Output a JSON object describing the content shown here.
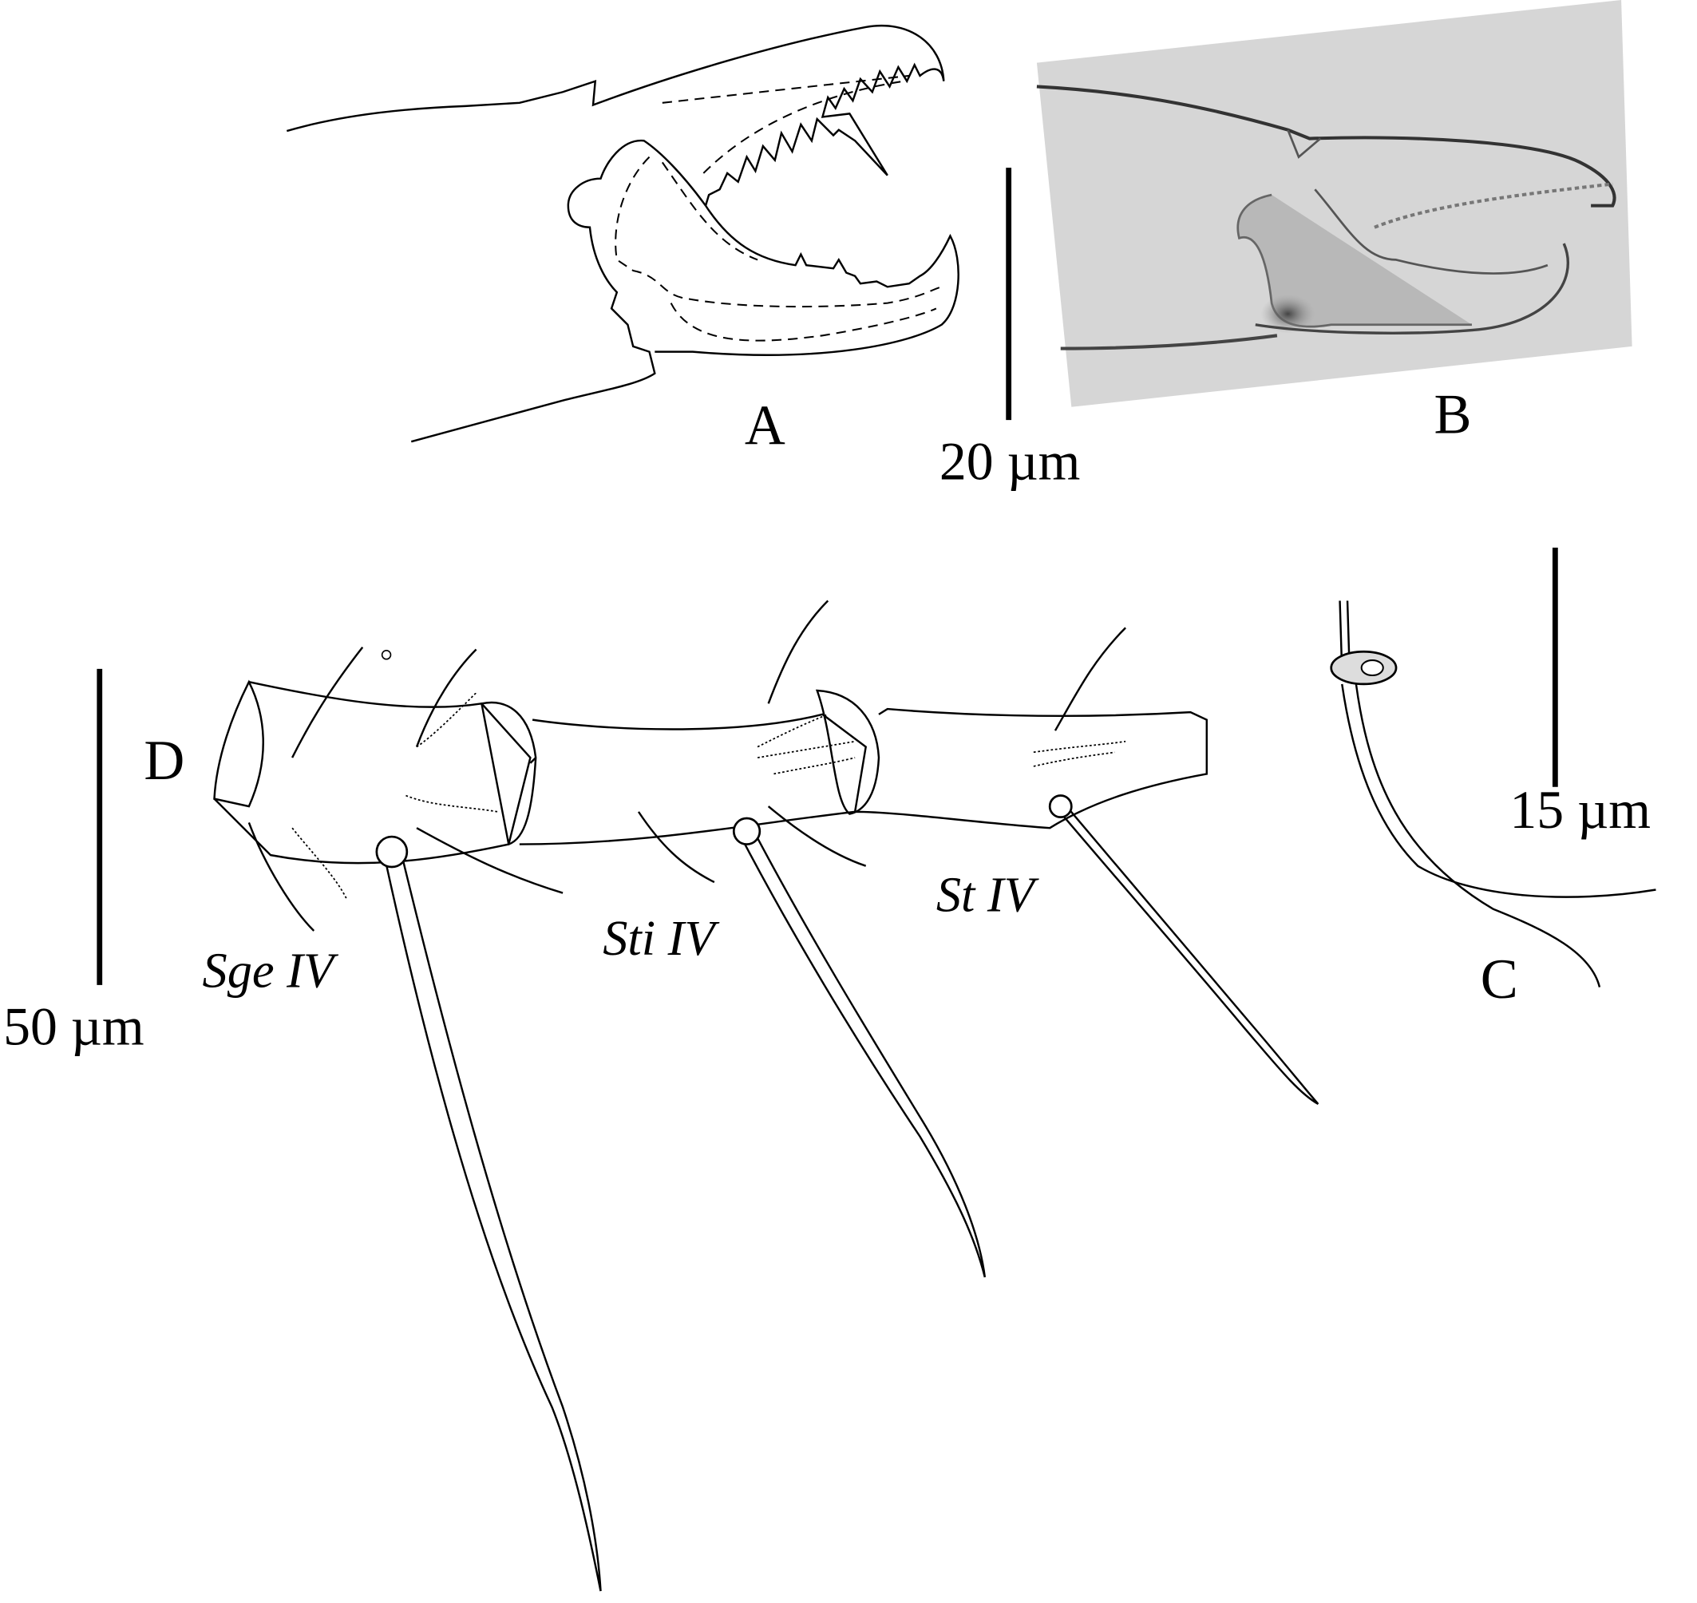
{
  "panels": {
    "A": {
      "label": "A"
    },
    "B": {
      "label": "B"
    },
    "C": {
      "label": "C"
    },
    "D": {
      "label": "D"
    }
  },
  "scale_bars": {
    "ab": "20 µm",
    "c": "15 µm",
    "d": "50 µm"
  },
  "setae_labels": {
    "sge": "Sge IV",
    "sti": "Sti IV",
    "st": "St IV"
  }
}
